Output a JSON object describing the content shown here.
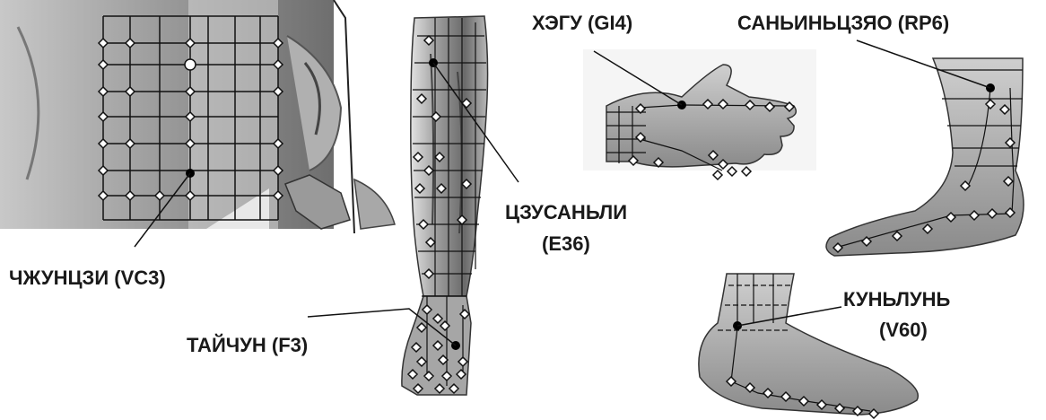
{
  "labels": {
    "hegu": "ХЭГУ (GI4)",
    "sanyinjiao": "САНЬИНЬЦЗЯО (RP6)",
    "zusanli_name": "ЦЗУСАНЬЛИ",
    "zusanli_code": "(E36)",
    "zhongji": "ЧЖУНЦЗИ (VC3)",
    "taichong": "ТАЙЧУН (F3)",
    "kunlun_name": "КУНЬЛУНЬ",
    "kunlun_code": "(V60)"
  },
  "colors": {
    "skin_dark": "#8c8c8c",
    "skin_mid": "#b4b4b4",
    "skin_light": "#dcdcdc",
    "grid": "#111111",
    "point_fill": "#ffffff",
    "active_point": "#000000"
  }
}
